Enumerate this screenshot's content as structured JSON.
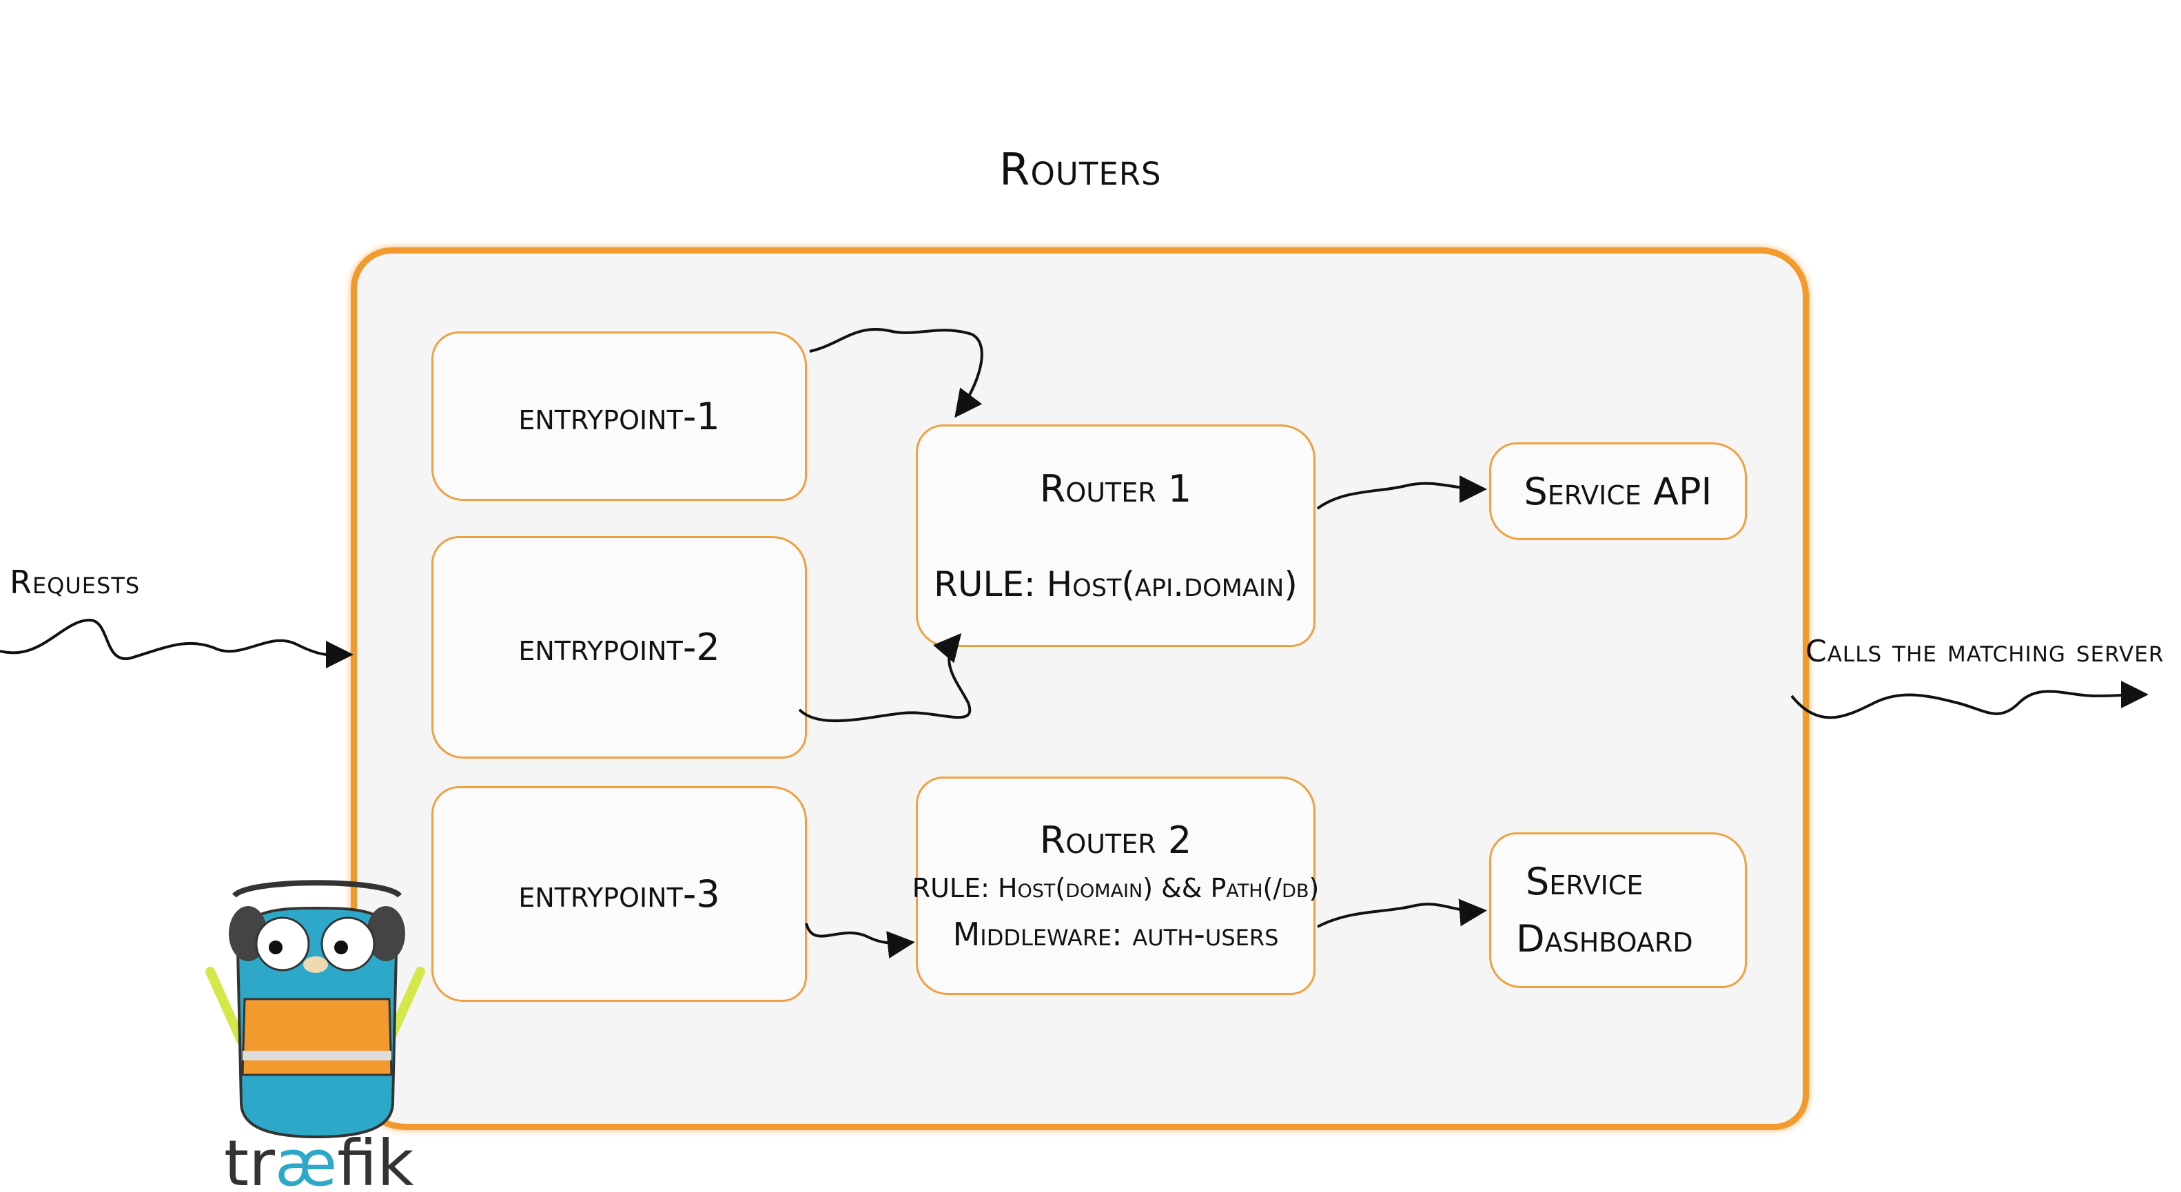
{
  "title": "Routers",
  "requests_label": "Requests",
  "output_label": "Calls the matching server",
  "entrypoints": [
    "entrypoint-1",
    "entrypoint-2",
    "entrypoint-3"
  ],
  "router1": {
    "name": "Router 1",
    "rule": "RULE: Host(api.domain)"
  },
  "router2": {
    "name": "Router 2",
    "rule": "RULE: Host(domain) && Path(/db)",
    "middleware": "Middleware: auth-users"
  },
  "service_api": "Service API",
  "service_dashboard": {
    "line1": "Service",
    "line2": "Dashboard"
  },
  "logo": "træfik",
  "colors": {
    "accent": "#f29a2e",
    "frame_bg": "#f5f5f5",
    "gopher": "#2ea8c8"
  }
}
